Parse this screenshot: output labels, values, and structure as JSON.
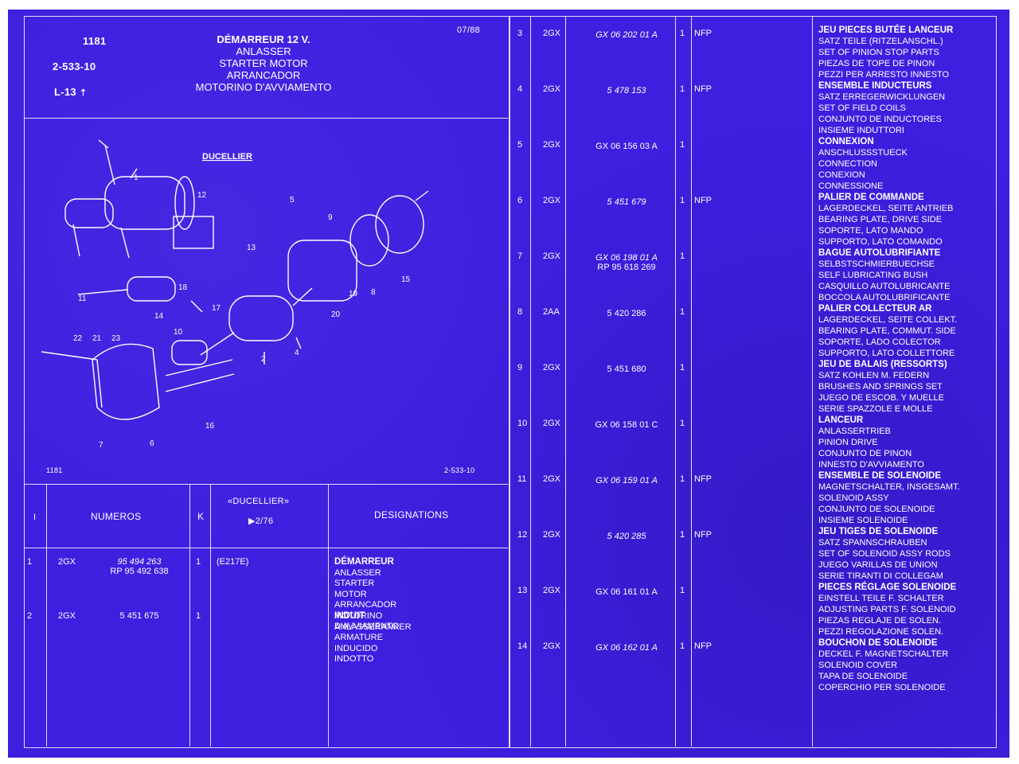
{
  "header": {
    "doc_number": "1181",
    "ref_code": "2-533-10",
    "tab_code": "L-13",
    "date": "07/88",
    "titles": [
      "DÉMARREUR 12 V.",
      "ANLASSER",
      "STARTER MOTOR",
      "ARRANCADOR",
      "MOTORINO D'AVVIAMENTO"
    ]
  },
  "diagram": {
    "brand": "DUCELLIER",
    "footer_left": "1181",
    "footer_right": "2-533-10",
    "callouts": [
      "1",
      "2",
      "4",
      "5",
      "6",
      "7",
      "8",
      "9",
      "10",
      "11",
      "12",
      "13",
      "14",
      "15",
      "16",
      "17",
      "18",
      "19",
      "20",
      "21",
      "22",
      "23"
    ]
  },
  "left_table": {
    "headers": {
      "index": "I",
      "numeros": "NUMEROS",
      "k": "K",
      "ducellier": "«DUCELLIER»",
      "ducellier_sub": "▶2/76",
      "designations": "DESIGNATIONS"
    },
    "rows": [
      {
        "idx": "1",
        "code": "2GX",
        "ref": [
          "95 494 263",
          "RP 95 492 638"
        ],
        "q": "1",
        "k": "(E217E)",
        "des": [
          "DÉMARREUR",
          "ANLASSER",
          "STARTER MOTOR",
          "ARRANCADOR",
          "MOTORINO D'AVVIAMENTO"
        ]
      },
      {
        "idx": "2",
        "code": "2GX",
        "ref": [
          "5 451 675"
        ],
        "q": "1",
        "k": "",
        "des": [
          "INDUIT",
          "ANLASSERANKER",
          "ARMATURE",
          "INDUCIDO",
          "INDOTTO"
        ]
      }
    ]
  },
  "right_table": {
    "rows": [
      {
        "idx": "3",
        "code": "2GX",
        "ref": [
          "GX 06 202 01 A"
        ],
        "q": "1",
        "k": "NFP",
        "des": [
          "JEU PIECES BUTÉE LANCEUR",
          "SATZ TEILE (RITZELANSCHL.)",
          "SET OF PINION STOP PARTS",
          "PIEZAS DE TOPE DE PINON",
          "PEZZI PER ARRESTO INNESTO"
        ]
      },
      {
        "idx": "4",
        "code": "2GX",
        "ref": [
          "5 478 153"
        ],
        "q": "1",
        "k": "NFP",
        "des": [
          "ENSEMBLE INDUCTEURS",
          "SATZ ERREGERWICKLUNGEN",
          "SET OF FIELD COILS",
          "CONJUNTO DE INDUCTORES",
          "INSIEME INDUTTORI"
        ]
      },
      {
        "idx": "5",
        "code": "2GX",
        "ref": [
          "GX 06 156 03 A"
        ],
        "q": "1",
        "k": "",
        "des": [
          "CONNEXION",
          "ANSCHLUSSSTUECK",
          "CONNECTION",
          "CONEXION",
          "CONNESSIONE"
        ]
      },
      {
        "idx": "6",
        "code": "2GX",
        "ref": [
          "5 451 679"
        ],
        "q": "1",
        "k": "NFP",
        "des": [
          "PALIER DE COMMANDE",
          "LAGERDECKEL, SEITE ANTRIEB",
          "BEARING PLATE, DRIVE SIDE",
          "SOPORTE, LATO MANDO",
          "SUPPORTO, LATO COMANDO"
        ]
      },
      {
        "idx": "7",
        "code": "2GX",
        "ref": [
          "GX 06 198 01 A",
          "RP 95 618 269"
        ],
        "q": "1",
        "k": "",
        "des": [
          "BAGUE AUTOLUBRIFIANTE",
          "SELBSTSCHMIERBUECHSE",
          "SELF LUBRICATING BUSH",
          "CASQUILLO AUTOLUBRICANTE",
          "BOCCOLA AUTOLUBRIFICANTE"
        ]
      },
      {
        "idx": "8",
        "code": "2AA",
        "ref": [
          "5 420 286"
        ],
        "q": "1",
        "k": "",
        "des": [
          "PALIER COLLECTEUR AR",
          "LAGERDECKEL, SEITE COLLEKT.",
          "BEARING PLATE, COMMUT. SIDE",
          "SOPORTE, LADO COLECTOR",
          "SUPPORTO, LATO COLLETTORE"
        ]
      },
      {
        "idx": "9",
        "code": "2GX",
        "ref": [
          "5 451 680"
        ],
        "q": "1",
        "k": "",
        "des": [
          "JEU DE BALAIS (RESSORTS)",
          "SATZ KOHLEN M. FEDERN",
          "BRUSHES AND SPRINGS SET",
          "JUEGO DE ESCOB. Y MUELLE",
          "SERIE SPAZZOLE E MOLLE"
        ]
      },
      {
        "idx": "10",
        "code": "2GX",
        "ref": [
          "GX 06 158 01 C"
        ],
        "q": "1",
        "k": "",
        "des": [
          "LANCEUR",
          "ANLASSERTRIEB",
          "PINION DRIVE",
          "CONJUNTO DE PINON",
          "INNESTO D'AVVIAMENTO"
        ]
      },
      {
        "idx": "11",
        "code": "2GX",
        "ref": [
          "GX 06 159 01 A"
        ],
        "q": "1",
        "k": "NFP",
        "des": [
          "ENSEMBLE DE SOLENOIDE",
          "MAGNETSCHALTER, INSGESAMT.",
          "SOLENOID ASSY",
          "CONJUNTO DE SOLENOIDE",
          "INSIEME SOLENOIDE"
        ]
      },
      {
        "idx": "12",
        "code": "2GX",
        "ref": [
          "5 420 285"
        ],
        "q": "1",
        "k": "NFP",
        "des": [
          "JEU TIGES DE SOLENOIDE",
          "SATZ SPANNSCHRAUBEN",
          "SET OF SOLENOID ASSY RODS",
          "JUEGO VARILLAS DE UNION",
          "SERIE TIRANTI DI COLLEGAM"
        ]
      },
      {
        "idx": "13",
        "code": "2GX",
        "ref": [
          "GX 06 161 01 A"
        ],
        "q": "1",
        "k": "",
        "des": [
          "PIECES RÉGLAGE SOLENOIDE",
          "EINSTELL TEILE F. SCHALTER",
          "ADJUSTING PARTS F. SOLENOID",
          "PIEZAS REGLAJE DE SOLEN.",
          "PEZZI REGOLAZIONE SOLEN."
        ]
      },
      {
        "idx": "14",
        "code": "2GX",
        "ref": [
          "GX 06 162 01 A"
        ],
        "q": "1",
        "k": "NFP",
        "des": [
          "BOUCHON DE SOLENOIDE",
          "DECKEL F. MAGNETSCHALTER",
          "SOLENOID COVER",
          "TAPA DE SOLENOIDE",
          "COPERCHIO PER SOLENOIDE"
        ]
      }
    ]
  }
}
